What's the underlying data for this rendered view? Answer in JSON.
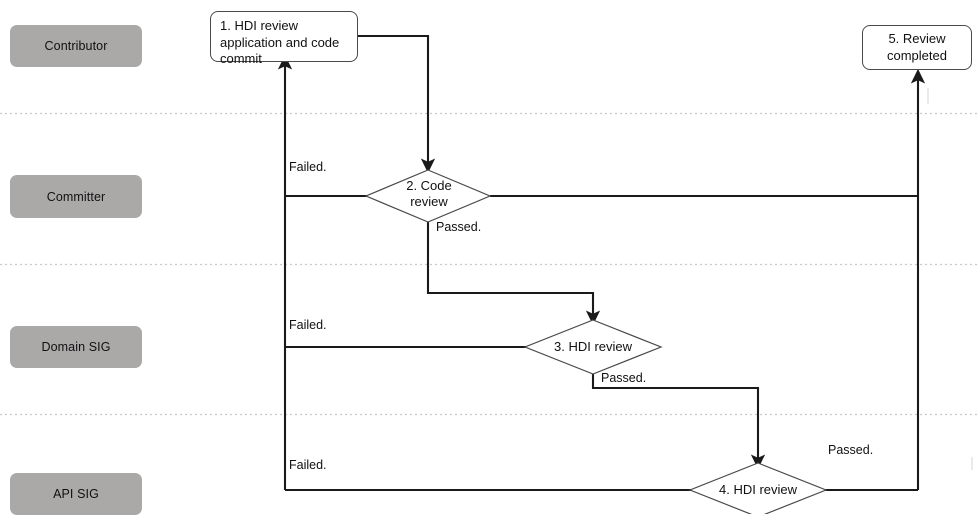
{
  "diagram": {
    "title": "HDI review process swimlane flowchart",
    "background": "#ffffff",
    "lane_label_color": "#ABA8A8",
    "line_color": "#1a1a1a",
    "divider_color": "#c8c8c8"
  },
  "lanes": [
    {
      "id": "contributor",
      "label": "Contributor"
    },
    {
      "id": "committer",
      "label": "Committer"
    },
    {
      "id": "domain-sig",
      "label": "Domain SIG"
    },
    {
      "id": "api-sig",
      "label": "API SIG"
    }
  ],
  "nodes": [
    {
      "id": "n1",
      "type": "process",
      "label": "1. HDI review application and code commit",
      "lane": "contributor"
    },
    {
      "id": "n2",
      "type": "decision",
      "label": "2. Code review",
      "lane": "committer"
    },
    {
      "id": "n3",
      "type": "decision",
      "label": "3. HDI review",
      "lane": "domain-sig"
    },
    {
      "id": "n4",
      "type": "decision",
      "label": "4. HDI review",
      "lane": "api-sig"
    },
    {
      "id": "n5",
      "type": "process",
      "label": "5. Review completed",
      "lane": "contributor"
    }
  ],
  "edge_labels": {
    "failed_committer": "Failed.",
    "passed_committer": "Passed.",
    "failed_domain": "Failed.",
    "passed_domain": "Passed.",
    "failed_api": "Failed.",
    "passed_api": "Passed."
  },
  "node_text": {
    "n1_line1": "1. HDI review",
    "n1_line2": "application and code",
    "n1_line3": "commit",
    "n2_line1": "2. Code",
    "n2_line2": "review",
    "n3_line1": "3. HDI review",
    "n4_line1": "4.  HDI review",
    "n5_line1": "5. Review",
    "n5_line2": "completed"
  }
}
